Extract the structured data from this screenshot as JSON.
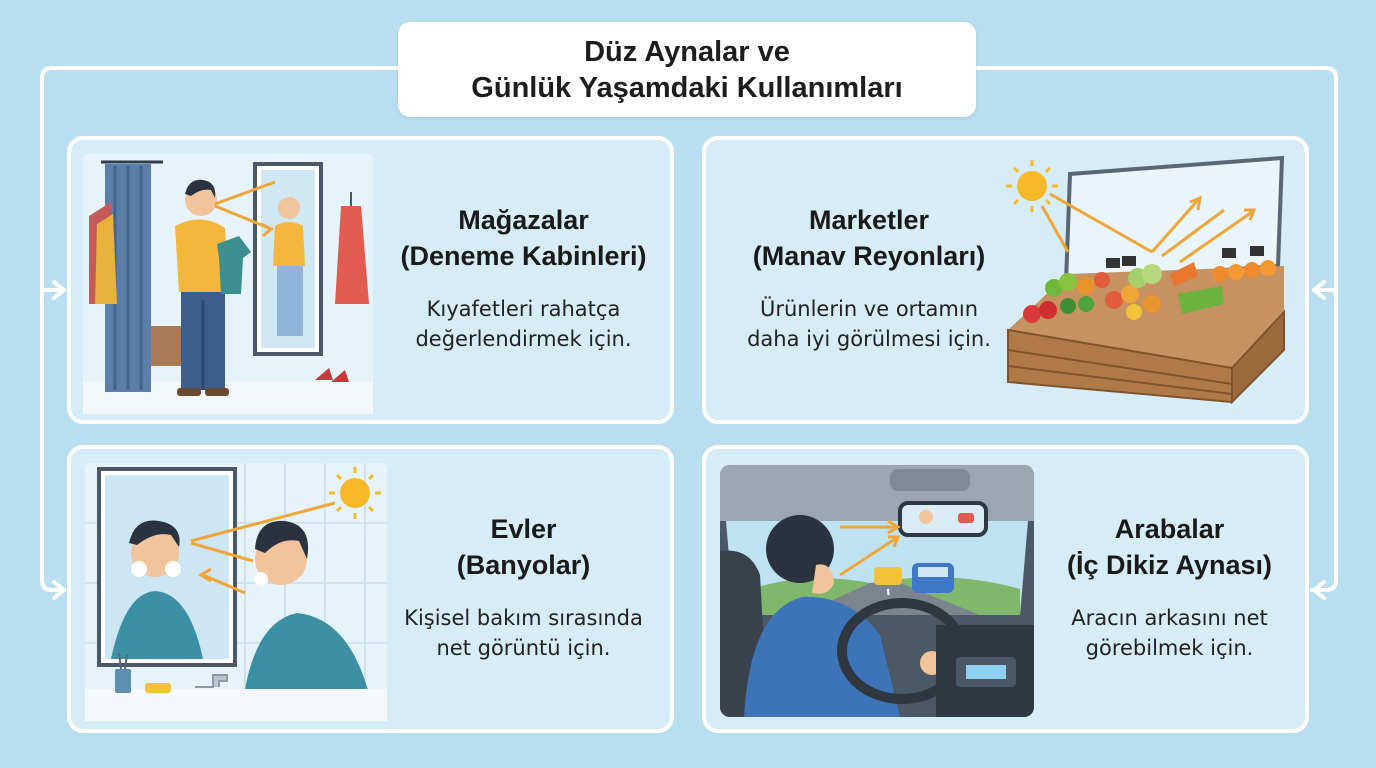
{
  "title": {
    "line1": "Düz Aynalar ve",
    "line2": "Günlük Yaşamdaki Kullanımları"
  },
  "cards": {
    "stores": {
      "heading1": "Mağazalar",
      "heading2": "(Deneme Kabinleri)",
      "desc1": "Kıyafetleri rahatça",
      "desc2": "değerlendirmek için."
    },
    "markets": {
      "heading1": "Marketler",
      "heading2": "(Manav Reyonları)",
      "desc1": "Ürünlerin ve ortamın",
      "desc2": "daha iyi görülmesi için."
    },
    "homes": {
      "heading1": "Evler",
      "heading2": "(Banyolar)",
      "desc1": "Kişisel bakım sırasında",
      "desc2": "net görüntü için."
    },
    "cars": {
      "heading1": "Arabalar",
      "heading2": "(İç Dikiz Aynası)",
      "desc1": "Aracın arkasını net",
      "desc2": "görebilmek için."
    }
  },
  "colors": {
    "background": "#b9def0",
    "card": "#d6ecf6",
    "connector": "#ffffff",
    "reflection_arrow": "#f0a637",
    "sun": "#f7b928"
  }
}
